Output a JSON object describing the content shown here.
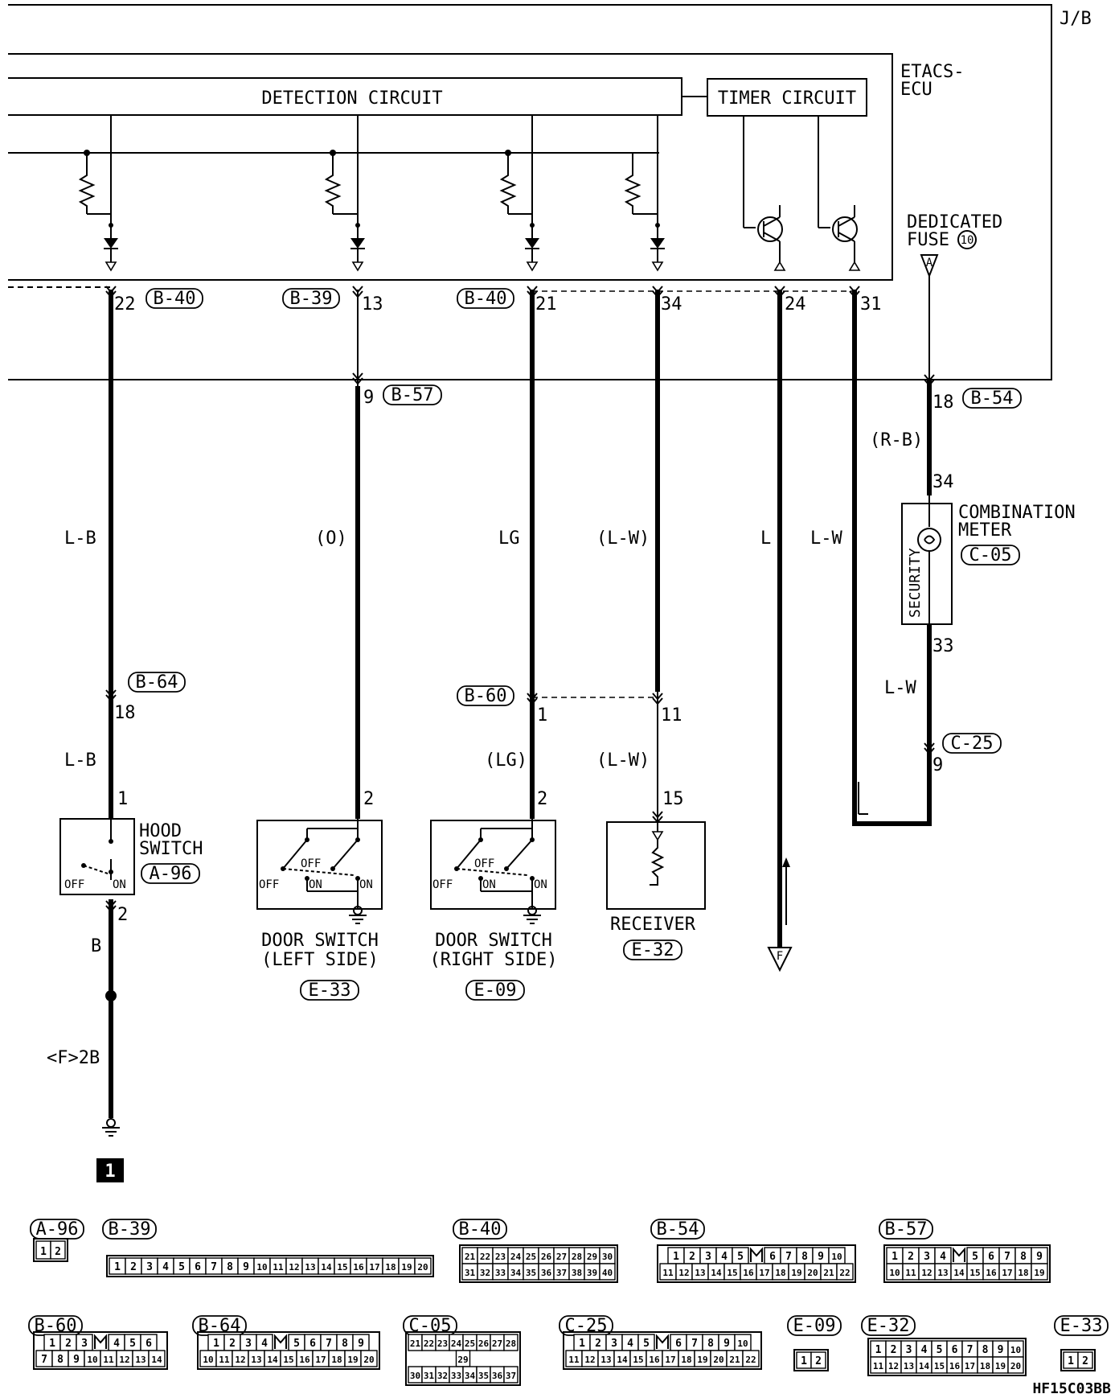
{
  "jb_label": "J/B",
  "etacs_label": [
    "ETACS-",
    "ECU"
  ],
  "detection_circuit": "DETECTION CIRCUIT",
  "timer_circuit": "TIMER CIRCUIT",
  "dedicated_fuse": [
    "DEDICATED",
    "FUSE"
  ],
  "fuse_number": "10",
  "fuse_letter": "A",
  "ecu_connectors": [
    {
      "connector": "B-40",
      "pin": "22"
    },
    {
      "connector": "B-39",
      "pin": "13"
    },
    {
      "connector": "B-40",
      "pin": "21"
    },
    {
      "pin": "34"
    },
    {
      "pin": "24"
    },
    {
      "pin": "31"
    }
  ],
  "b57": {
    "connector": "B-57",
    "pin": "9"
  },
  "b54": {
    "connector": "B-54",
    "pin": "18"
  },
  "wire_colors": {
    "hood_upper": "L-B",
    "left_door": "(O)",
    "right_door": "LG",
    "receiver_upper": "(L-W)",
    "line_l": "L",
    "line_lw": "L-W",
    "meter_in": "(R-B)",
    "meter_out": "L-W",
    "hood_lower": "L-B",
    "right_lower": "(LG)",
    "receiver_lower": "(L-W)",
    "ground": "B",
    "ground_ref": "<F>2B"
  },
  "combination_meter": {
    "title": [
      "COMBINATION",
      "METER"
    ],
    "connector": "C-05",
    "pin_in": "34",
    "pin_out": "33",
    "indicator": "SECURITY"
  },
  "b64": {
    "connector": "B-64",
    "pin": "18"
  },
  "b60": {
    "connector": "B-60",
    "pin_left": "1",
    "pin_right": "11"
  },
  "c25": {
    "connector": "C-25",
    "pin": "9"
  },
  "hood_switch": {
    "title": [
      "HOOD",
      "SWITCH"
    ],
    "connector": "A-96",
    "pin_top": "1",
    "pin_bottom": "2",
    "off": "OFF",
    "on": "ON"
  },
  "door_left": {
    "title": [
      "DOOR SWITCH",
      "(LEFT SIDE)"
    ],
    "connector": "E-33",
    "pin": "2",
    "off": "OFF",
    "on": "ON"
  },
  "door_right": {
    "title": [
      "DOOR SWITCH",
      "(RIGHT SIDE)"
    ],
    "connector": "E-09",
    "pin": "2",
    "off": "OFF",
    "on": "ON"
  },
  "receiver": {
    "title": "RECEIVER",
    "connector": "E-32",
    "pin": "15"
  },
  "f_ref": "F",
  "ground_number": "1",
  "connector_views": [
    {
      "id": "A-96",
      "rows": [
        [
          "1",
          "2"
        ]
      ]
    },
    {
      "id": "B-39",
      "rows": [
        [
          "1",
          "2",
          "3",
          "4",
          "5",
          "6",
          "7",
          "8",
          "9",
          "10",
          "11",
          "12",
          "13",
          "14",
          "15",
          "16",
          "17",
          "18",
          "19",
          "20"
        ]
      ]
    },
    {
      "id": "B-40",
      "rows": [
        [
          "21",
          "22",
          "23",
          "24",
          "25",
          "26",
          "27",
          "28",
          "29",
          "30"
        ],
        [
          "31",
          "32",
          "33",
          "34",
          "35",
          "36",
          "37",
          "38",
          "39",
          "40"
        ]
      ]
    },
    {
      "id": "B-54",
      "rows": [
        [
          "1",
          "2",
          "3",
          "4",
          "5",
          "",
          "6",
          "7",
          "8",
          "9",
          "10"
        ],
        [
          "11",
          "12",
          "13",
          "14",
          "15",
          "16",
          "17",
          "18",
          "19",
          "20",
          "21",
          "22"
        ]
      ]
    },
    {
      "id": "B-57",
      "rows": [
        [
          "1",
          "2",
          "3",
          "4",
          "",
          "5",
          "6",
          "7",
          "8",
          "9"
        ],
        [
          "10",
          "11",
          "12",
          "13",
          "14",
          "15",
          "16",
          "17",
          "18",
          "19"
        ]
      ]
    },
    {
      "id": "B-60",
      "rows": [
        [
          "1",
          "2",
          "3",
          "",
          "4",
          "5",
          "6"
        ],
        [
          "7",
          "8",
          "9",
          "10",
          "11",
          "12",
          "13",
          "14"
        ]
      ]
    },
    {
      "id": "B-64",
      "rows": [
        [
          "1",
          "2",
          "3",
          "4",
          "",
          "5",
          "6",
          "7",
          "8",
          "9"
        ],
        [
          "10",
          "11",
          "12",
          "13",
          "14",
          "15",
          "16",
          "17",
          "18",
          "19",
          "20"
        ]
      ]
    },
    {
      "id": "C-05",
      "rows": [
        [
          "21",
          "22",
          "23",
          "24",
          "25",
          "26",
          "27",
          "28"
        ],
        [
          "29"
        ],
        [
          "30",
          "31",
          "32",
          "33",
          "34",
          "35",
          "36",
          "37"
        ]
      ]
    },
    {
      "id": "C-25",
      "rows": [
        [
          "1",
          "2",
          "3",
          "4",
          "5",
          "",
          "6",
          "7",
          "8",
          "9",
          "10"
        ],
        [
          "11",
          "12",
          "13",
          "14",
          "15",
          "16",
          "17",
          "18",
          "19",
          "20",
          "21",
          "22"
        ]
      ]
    },
    {
      "id": "E-09",
      "rows": [
        [
          "1",
          "2"
        ]
      ]
    },
    {
      "id": "E-32",
      "rows": [
        [
          "1",
          "2",
          "3",
          "4",
          "5",
          "6",
          "7",
          "8",
          "9",
          "10"
        ],
        [
          "11",
          "12",
          "13",
          "14",
          "15",
          "16",
          "17",
          "18",
          "19",
          "20"
        ]
      ]
    },
    {
      "id": "E-33",
      "rows": [
        [
          "1",
          "2"
        ]
      ]
    }
  ],
  "figure_code": "HF15C03BB"
}
